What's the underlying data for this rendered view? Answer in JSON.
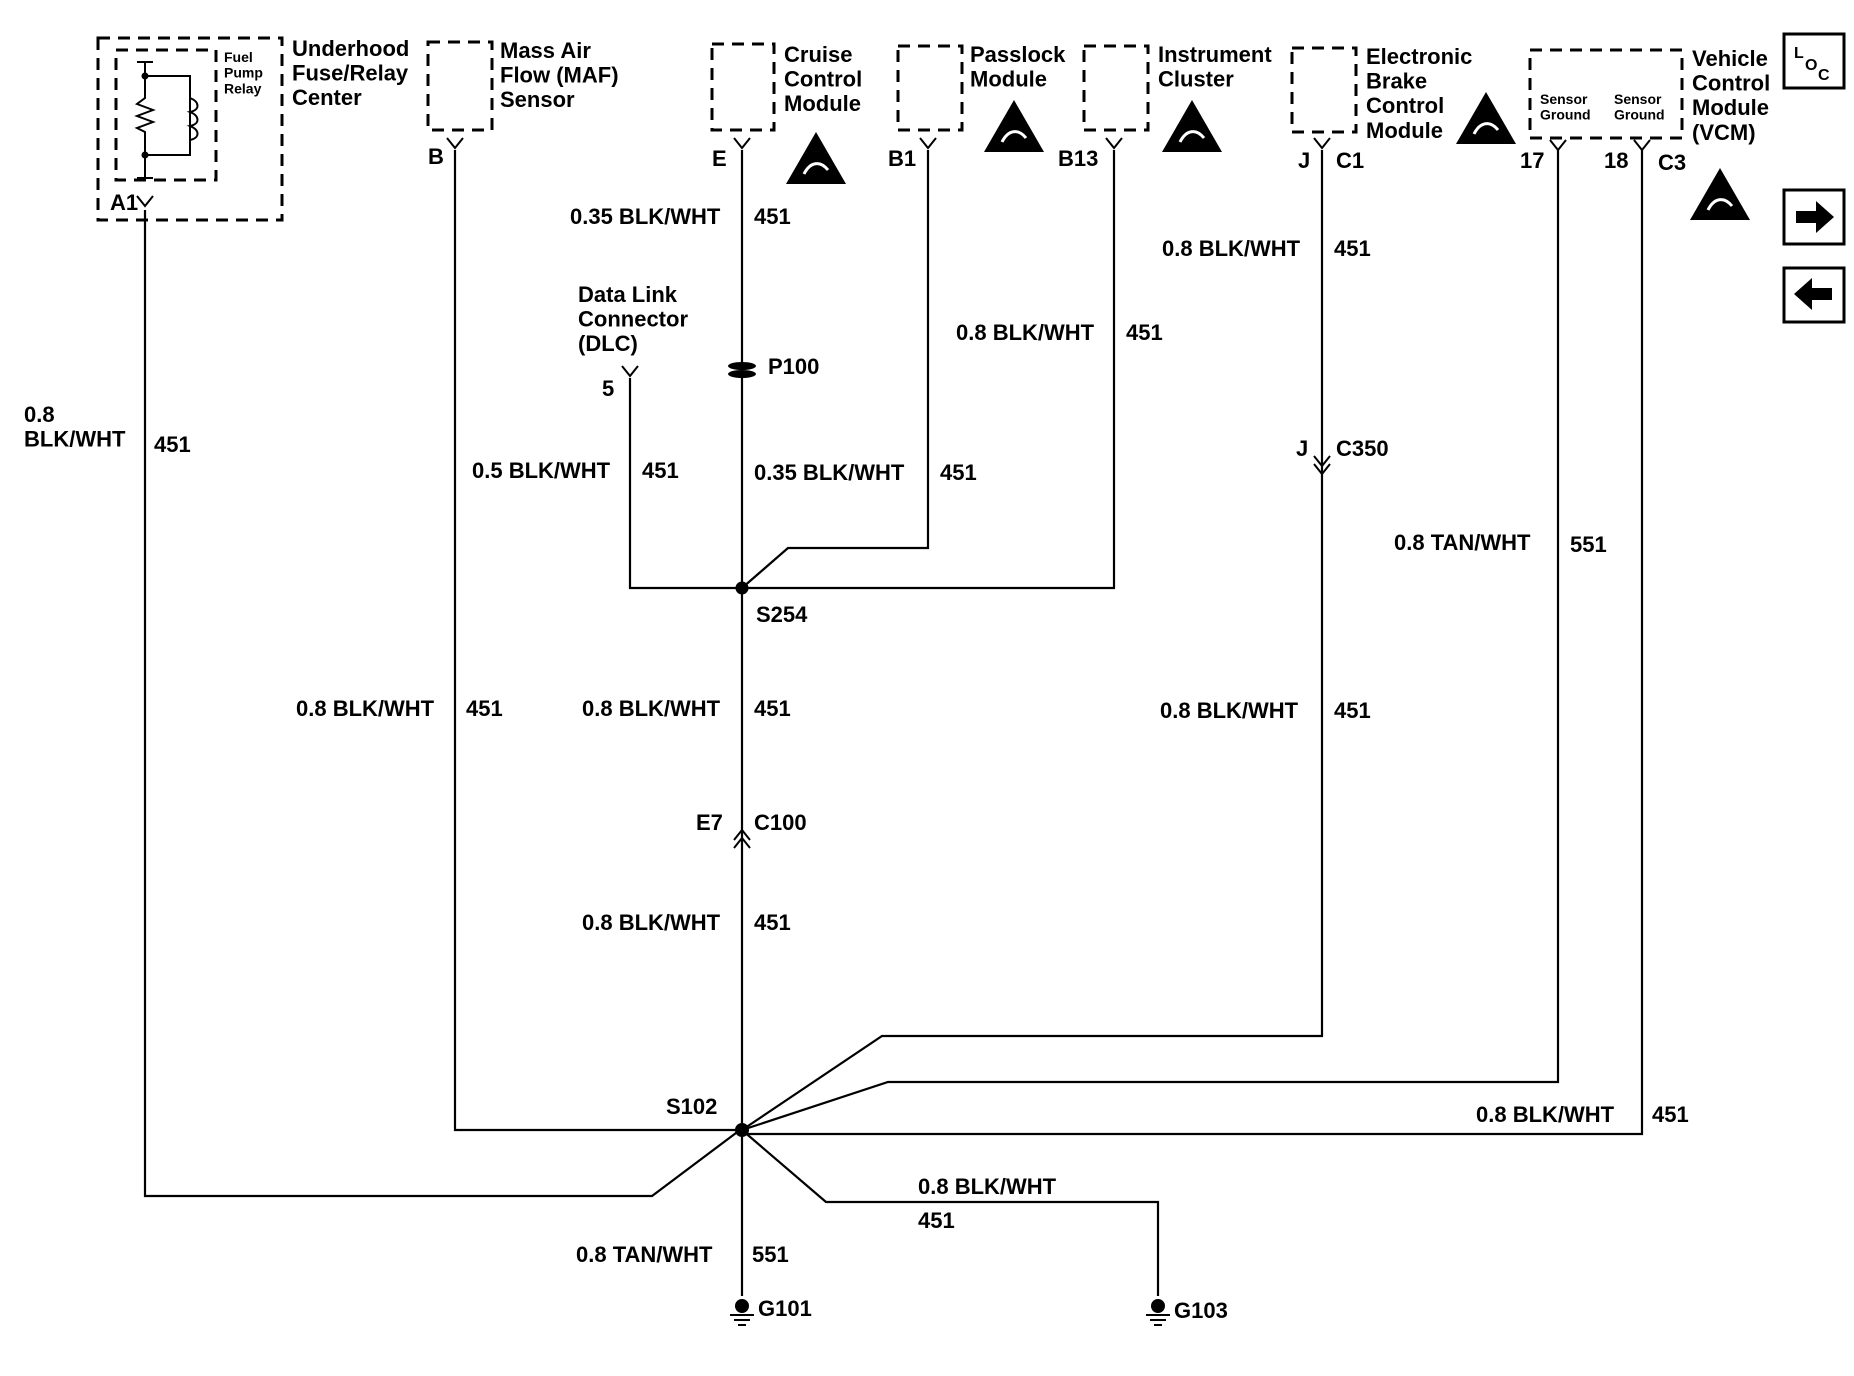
{
  "components": {
    "fuse_relay_center": "Underhood\nFuse/Relay\nCenter",
    "fuel_pump_relay": "Fuel\nPump\nRelay",
    "maf_sensor": "Mass Air\nFlow (MAF)\nSensor",
    "cruise_module": "Cruise\nControl\nModule",
    "passlock_module": "Passlock\nModule",
    "instrument_cluster": "Instrument\nCluster",
    "ebcm": "Electronic\nBrake\nControl\nModule",
    "vcm": "Vehicle\nControl\nModule\n(VCM)",
    "vcm_sensor_ground_1": "Sensor\nGround",
    "vcm_sensor_ground_2": "Sensor\nGround",
    "dlc": "Data Link\nConnector\n(DLC)"
  },
  "pins": {
    "fuse_a1": "A1",
    "maf_b": "B",
    "cruise_e": "E",
    "passlock_b1": "B1",
    "cluster_b13": "B13",
    "ebcm_j": "J",
    "ebcm_c1": "C1",
    "vcm_17": "17",
    "vcm_18": "18",
    "vcm_c3": "C3",
    "dlc_5": "5",
    "c350_j": "J",
    "c350": "C350",
    "c100_e7": "E7",
    "c100": "C100"
  },
  "splices": {
    "p100": "P100",
    "s254": "S254",
    "s102": "S102"
  },
  "grounds": {
    "g101": "G101",
    "g103": "G103"
  },
  "wires": {
    "fuse_wire": {
      "spec": "0.8\nBLK/WHT",
      "circuit": "451"
    },
    "maf_wire": {
      "spec": "0.8 BLK/WHT",
      "circuit": "451"
    },
    "cruise_wire": {
      "spec": "0.35 BLK/WHT",
      "circuit": "451"
    },
    "dlc_wire": {
      "spec": "0.5 BLK/WHT",
      "circuit": "451"
    },
    "p100_wire": {
      "spec": "0.35 BLK/WHT",
      "circuit": "451"
    },
    "cluster_wire": {
      "spec": "0.8 BLK/WHT",
      "circuit": "451"
    },
    "ebcm_wire_upper": {
      "spec": "0.8 BLK/WHT",
      "circuit": "451"
    },
    "ebcm_wire_lower": {
      "spec": "0.8 BLK/WHT",
      "circuit": "451"
    },
    "vcm17_wire": {
      "spec": "0.8 TAN/WHT",
      "circuit": "551"
    },
    "vcm18_wire": {
      "spec": "0.8 BLK/WHT",
      "circuit": "451"
    },
    "s254_to_c100": {
      "spec": "0.8 BLK/WHT",
      "circuit": "451"
    },
    "c100_to_s102": {
      "spec": "0.8 BLK/WHT",
      "circuit": "451"
    },
    "s102_to_g101": {
      "spec": "0.8 TAN/WHT",
      "circuit": "551"
    },
    "s102_to_g103": {
      "spec": "0.8 BLK/WHT",
      "circuit": "451"
    }
  },
  "loc_icon": {
    "l": "L",
    "o": "O",
    "c": "C"
  },
  "nav": {
    "next": "next-page",
    "prev": "previous-page"
  },
  "colors": {
    "ink": "#000000",
    "background": "#ffffff"
  }
}
